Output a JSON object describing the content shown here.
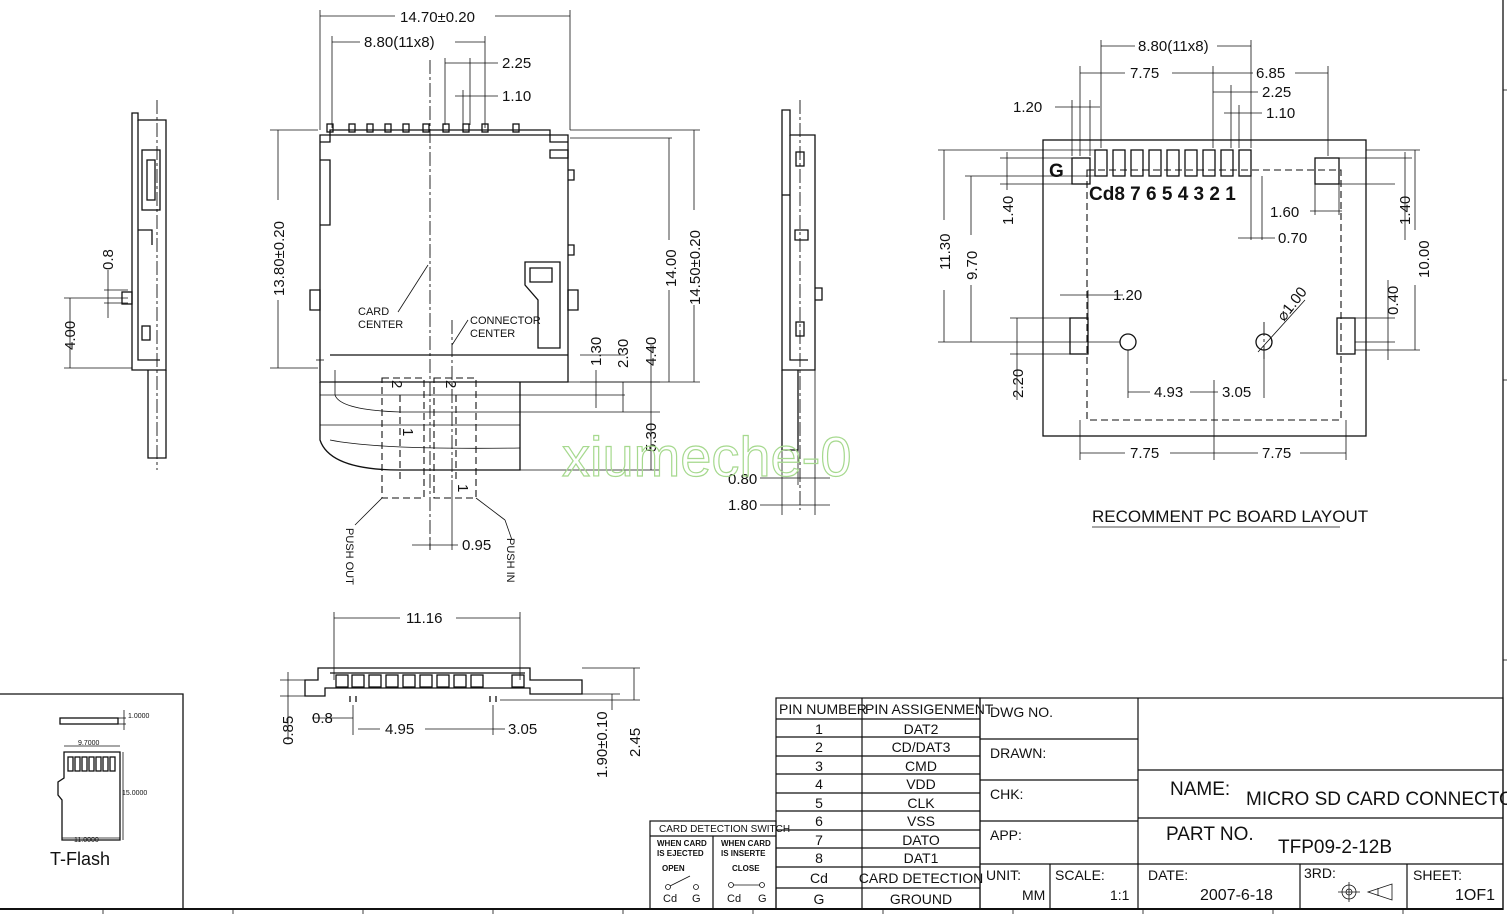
{
  "watermark": "xiumeche-0",
  "top_view": {
    "overall_width": "14.70±0.20",
    "pitch_span": "8.80(11x8)",
    "pin_pitch": "2.25",
    "pin_width": "1.10",
    "overall_height": "13.80±0.20",
    "inner_height": "14.00",
    "total_height": "14.50±0.20",
    "d_130": "1.30",
    "d_230": "2.30",
    "d_440": "4.40",
    "d_530": "5.30",
    "card_center_line1": "CARD",
    "card_center_line2": "CENTER",
    "connector_center_line1": "CONNECTOR",
    "connector_center_line2": "CENTER",
    "offset": "0.95",
    "push_out": "PUSH OUT",
    "push_in": "PUSH IN",
    "mark_2a": "2",
    "mark_2b": "2",
    "mark_1a": "1",
    "mark_1b": "1"
  },
  "left_side": {
    "d_08": "0.8",
    "d_400": "4.00"
  },
  "right_side": {
    "d_080": "0.80",
    "d_180": "1.80"
  },
  "front_view": {
    "width": "11.16",
    "d_085": "0.85",
    "d_08": "0.8",
    "d_495": "4.95",
    "d_305": "3.05",
    "d_190": "1.90±0.10",
    "d_245": "2.45"
  },
  "pcb_layout": {
    "caption": "RECOMMENT PC BOARD LAYOUT",
    "d_880": "8.80(11x8)",
    "d_775_top": "7.75",
    "d_685": "6.85",
    "d_225": "2.25",
    "d_110": "1.10",
    "d_120_top": "1.20",
    "d_160": "1.60",
    "d_070": "0.70",
    "d_140_left": "1.40",
    "d_140_right": "1.40",
    "d_1130": "11.30",
    "d_970": "9.70",
    "d_1000": "10.00",
    "d_040": "0.40",
    "d_120_mid": "1.20",
    "d_220": "2.20",
    "d_493": "4.93",
    "d_305": "3.05",
    "d_775_l": "7.75",
    "d_775_r": "7.75",
    "hole_dia": "⌀1.00",
    "pad_g": "G",
    "pad_labels": "Cd8 7 6 5 4 3 2 1"
  },
  "tflash": {
    "title": "T-Flash",
    "thickness": "1.0000",
    "width_top": "9.7000",
    "height": "15.0000",
    "width_bottom": "11.0000"
  },
  "switch_box": {
    "title": "CARD DETECTION SWITCH",
    "col1_line1": "WHEN CARD",
    "col1_line2": "IS EJECTED",
    "col2_line1": "WHEN CARD",
    "col2_line2": "IS INSERTE",
    "open": "OPEN",
    "close": "CLOSE",
    "cd1": "Cd",
    "g1": "G",
    "cd2": "Cd",
    "g2": "G"
  },
  "pin_table": {
    "header_number": "PIN NUMBER",
    "header_assignment": "PIN ASSIGENMENT",
    "rows": [
      {
        "pin": "1",
        "assignment": "DAT2"
      },
      {
        "pin": "2",
        "assignment": "CD/DAT3"
      },
      {
        "pin": "3",
        "assignment": "CMD"
      },
      {
        "pin": "4",
        "assignment": "VDD"
      },
      {
        "pin": "5",
        "assignment": "CLK"
      },
      {
        "pin": "6",
        "assignment": "VSS"
      },
      {
        "pin": "7",
        "assignment": "DATO"
      },
      {
        "pin": "8",
        "assignment": "DAT1"
      },
      {
        "pin": "Cd",
        "assignment": "CARD DETECTION"
      },
      {
        "pin": "G",
        "assignment": "GROUND"
      }
    ]
  },
  "title_block": {
    "dwg_no": "DWG NO.",
    "drawn": "DRAWN:",
    "chk": "CHK:",
    "app": "APP:",
    "unit_label": "UNIT:",
    "unit_value": "MM",
    "scale_label": "SCALE:",
    "scale_value": "1:1",
    "name_label": "NAME:",
    "name_value": "MICRO SD CARD CONNECTOR",
    "part_label": "PART NO.",
    "part_value": "TFP09-2-12B",
    "date_label": "DATE:",
    "date_value": "2007-6-18",
    "third_label": "3RD:",
    "sheet_label": "SHEET:",
    "sheet_value": "1OF1"
  }
}
